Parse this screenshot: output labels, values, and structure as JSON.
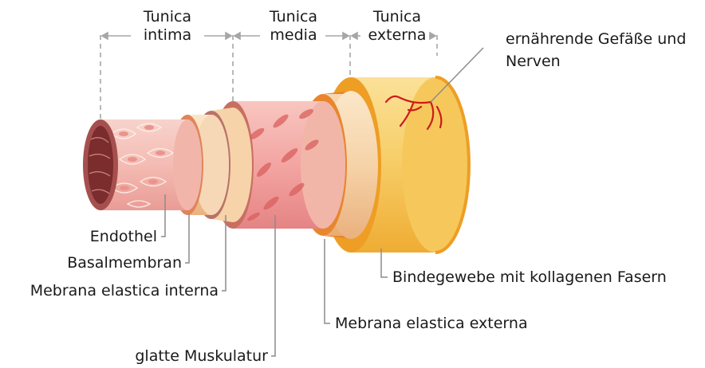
{
  "regions": {
    "intima": [
      "Tunica",
      "intima"
    ],
    "media": [
      "Tunica",
      "media"
    ],
    "externa": [
      "Tunica",
      "externa"
    ]
  },
  "labels": {
    "vessels_nerves": [
      "ernährende Gefäße und",
      "Nerven"
    ],
    "endothel": "Endothel",
    "basalmembran": "Basalmembran",
    "elastica_interna": "Mebrana elastica interna",
    "muskulatur": "glatte Muskulatur",
    "elastica_externa": "Mebrana elastica externa",
    "bindegewebe": "Bindegewebe mit kollagenen Fasern"
  },
  "colors": {
    "guide": "#a6a6a6",
    "leader": "#8c8c8c",
    "intima": "#f4bcb4",
    "endothel_rim": "#a5504f",
    "lumen": "#7b2c2c",
    "elastic_interna": "#b8726a",
    "media": "#f3a5a2",
    "elastic_externa": "#e8862e",
    "externa": "#f7cf6a",
    "externa_edge": "#ee9e24",
    "vessels": "#cc1b1b"
  }
}
